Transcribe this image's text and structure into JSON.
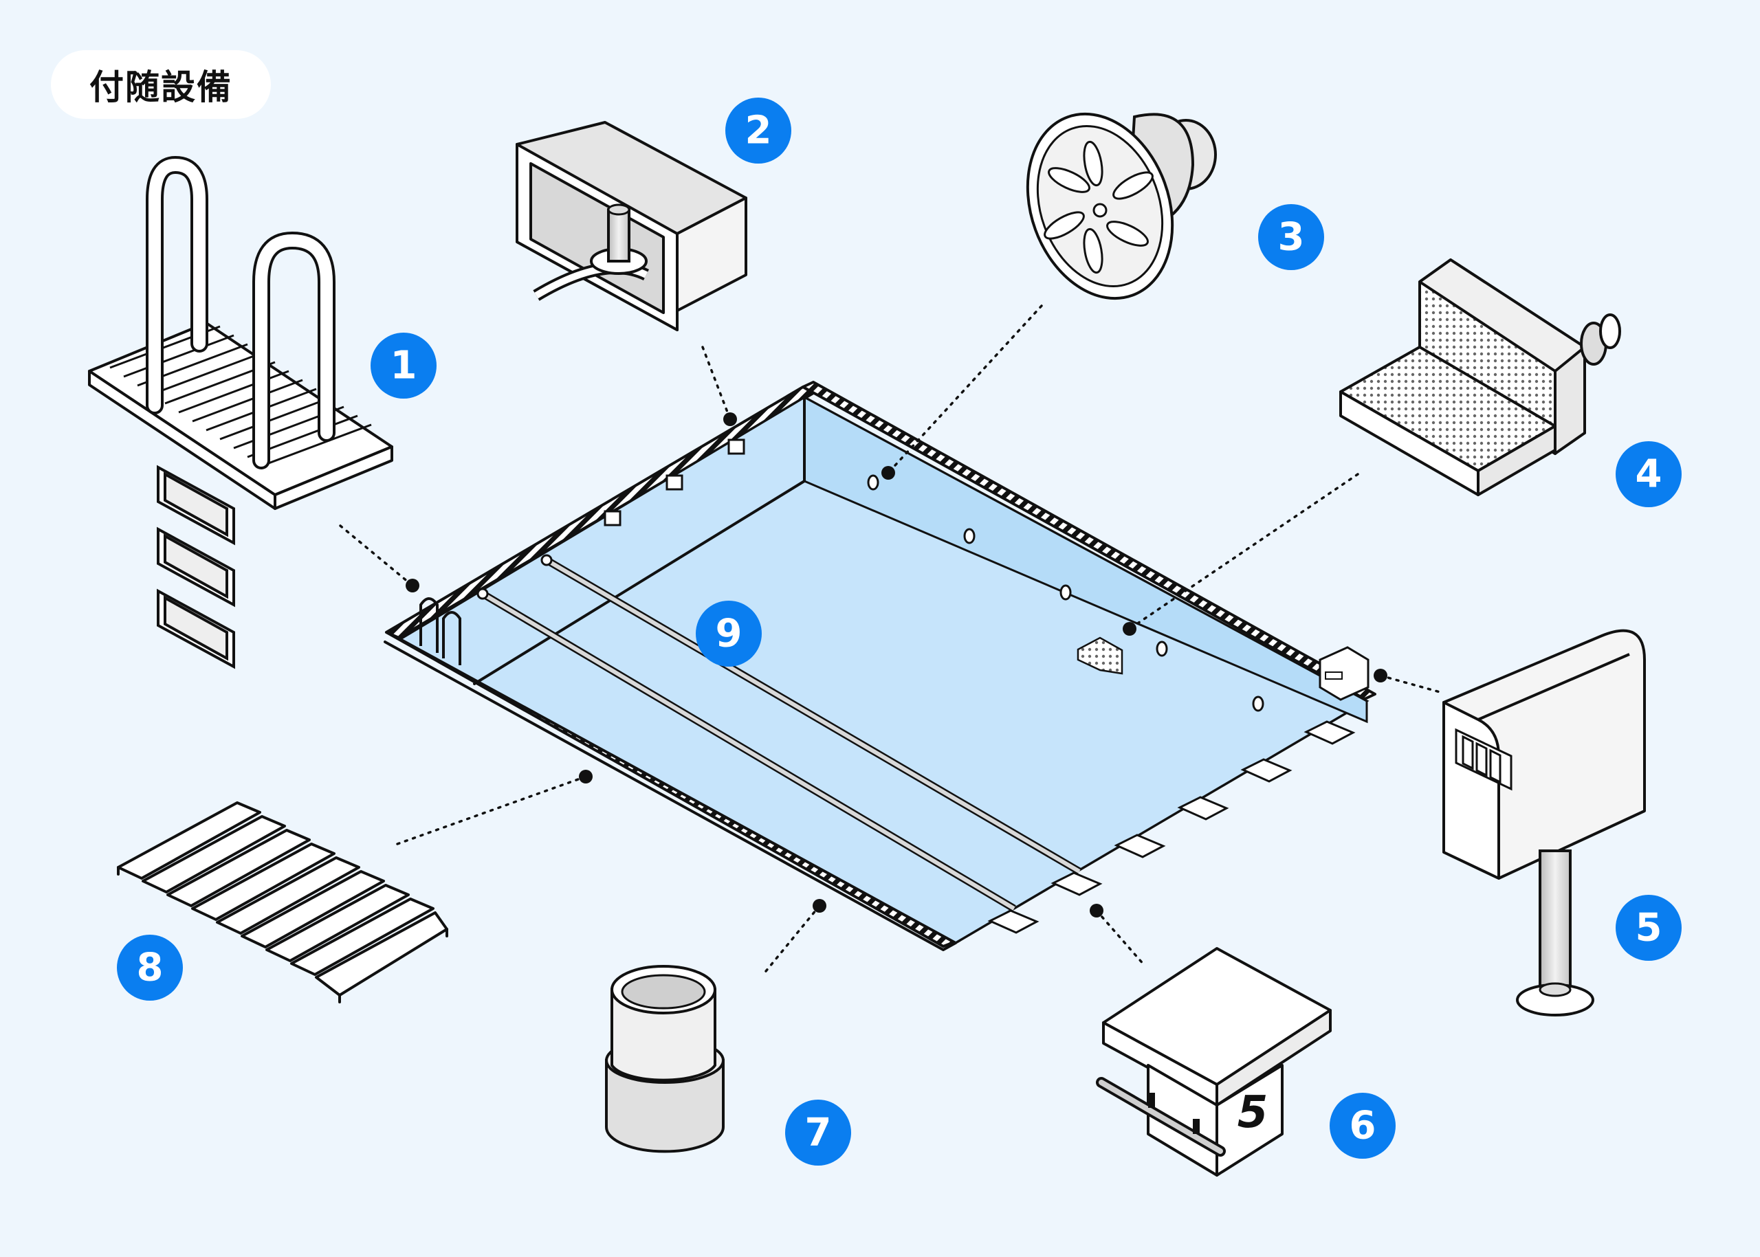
{
  "title": "付随設備",
  "badges": [
    "1",
    "2",
    "3",
    "4",
    "5",
    "6",
    "7",
    "8",
    "9"
  ],
  "lane_number": "5",
  "colors": {
    "background": "#eef6fd",
    "badge": "#0a7ef0",
    "water": "#c6e4fb",
    "ink": "#111111"
  },
  "icons": [
    "pool-ladder-icon",
    "wall-recess-icon",
    "underwater-light-icon",
    "skimmer-gutter-icon",
    "control-panel-icon",
    "starting-block-icon",
    "pipe-fitting-icon",
    "grating-icon",
    "lane-rope-icon"
  ]
}
